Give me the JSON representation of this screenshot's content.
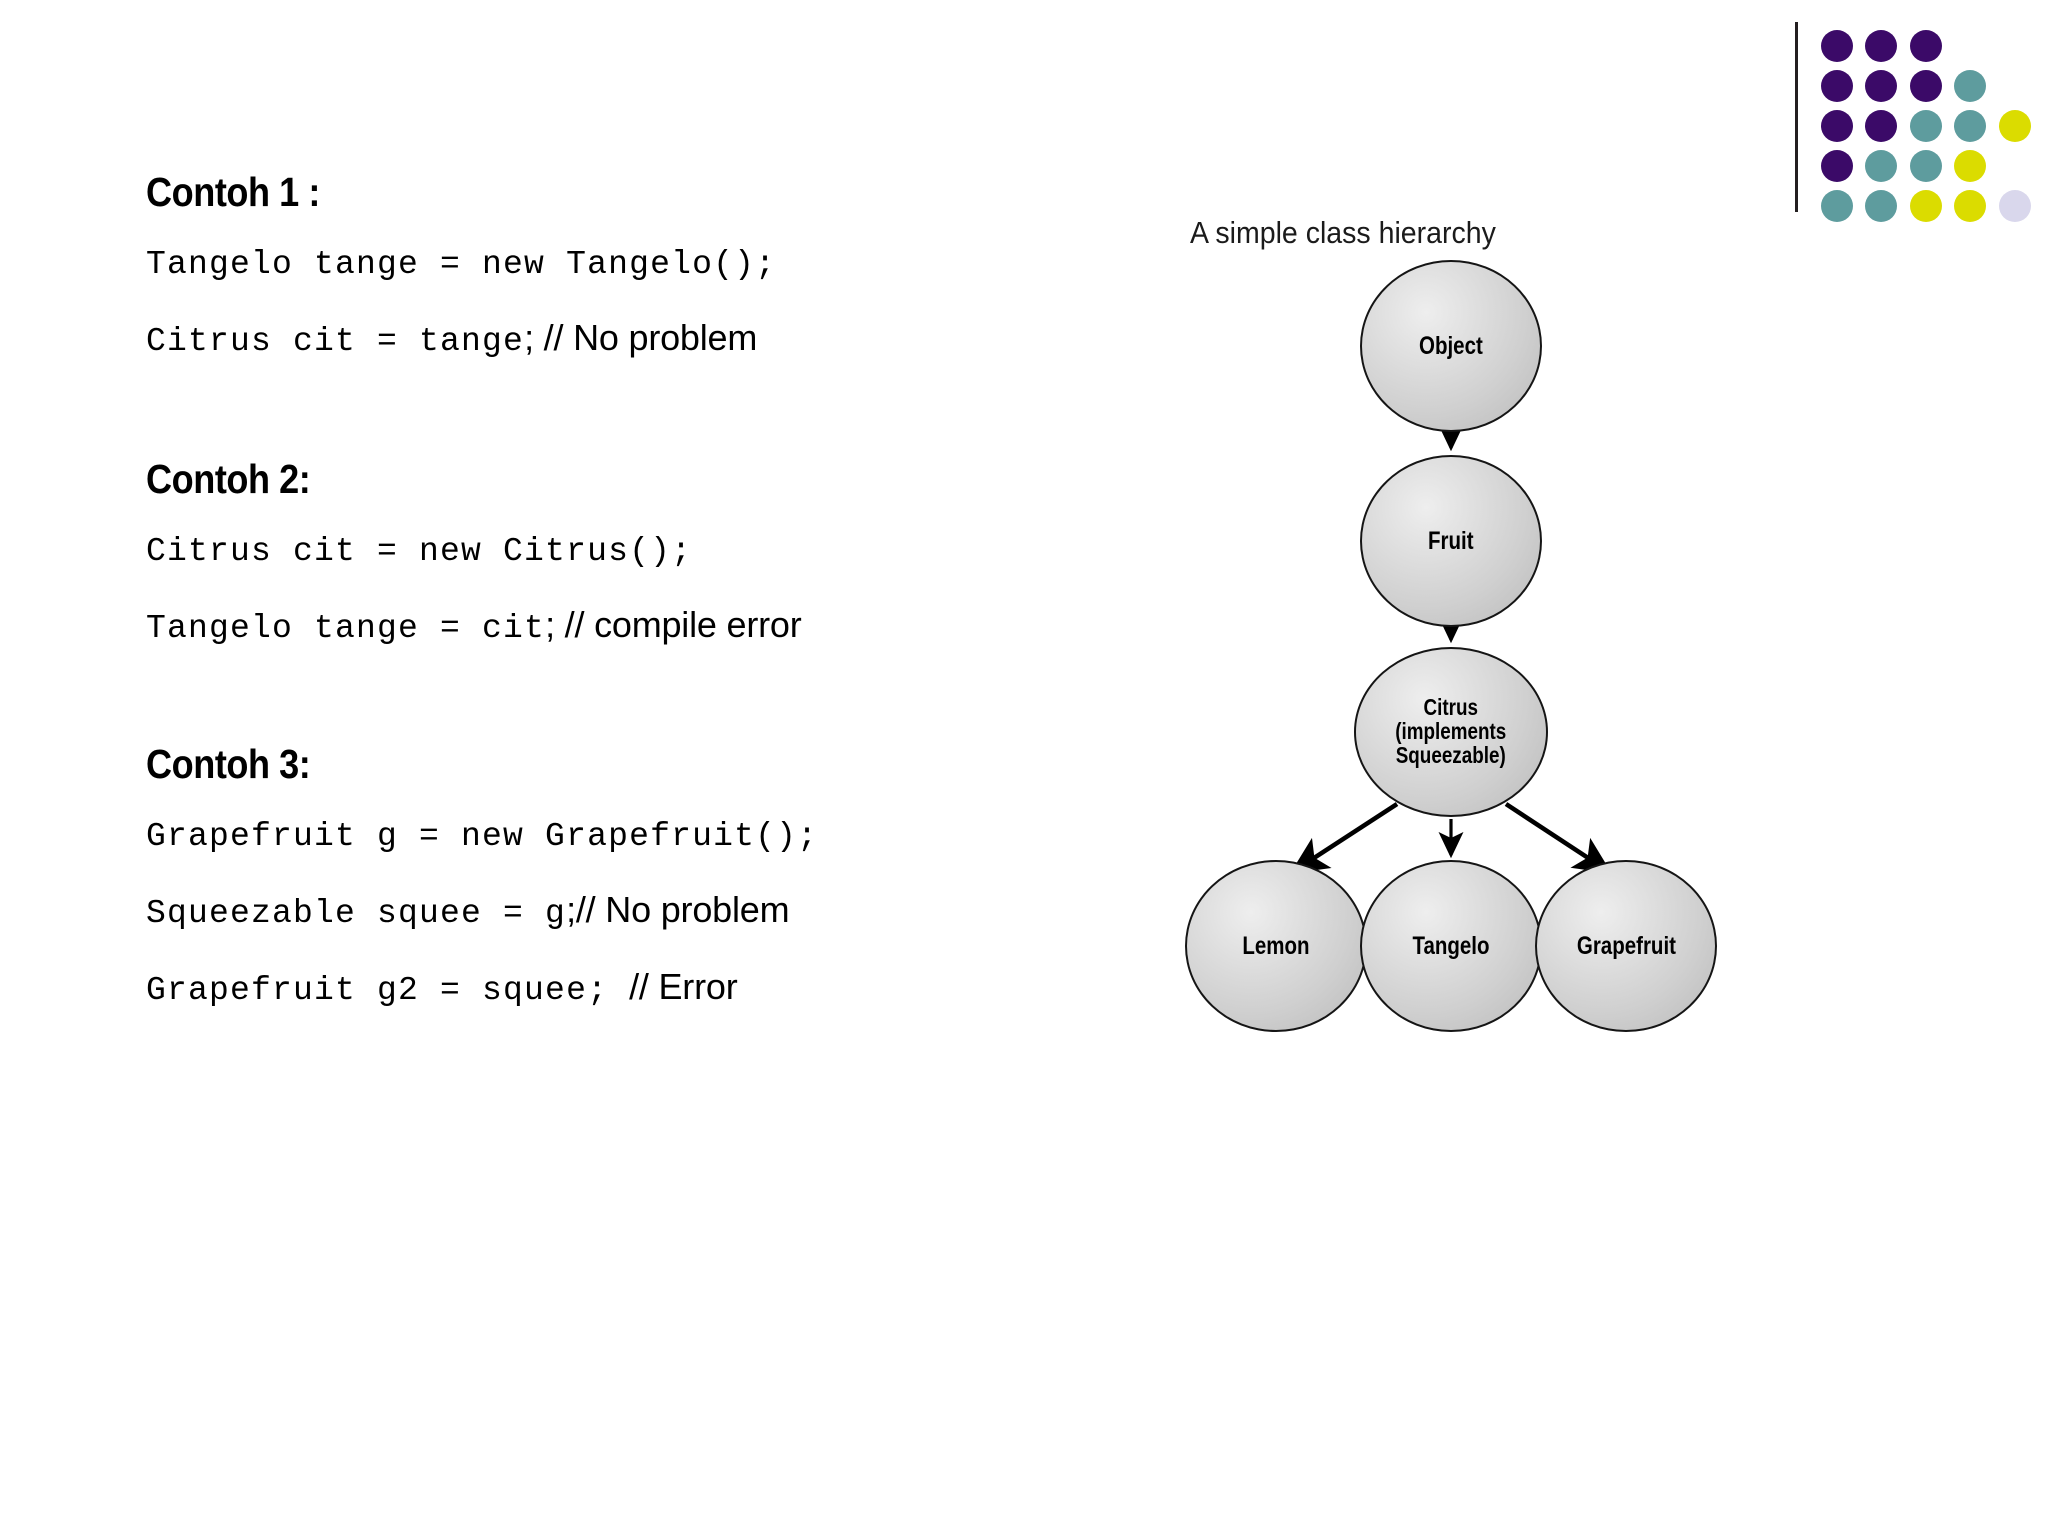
{
  "slide": {
    "background": "#ffffff",
    "text_color": "#000000"
  },
  "logo": {
    "name": "dot-grid-logo",
    "colors": {
      "purple": "#3B0A68",
      "teal": "#5E9C9E",
      "yellow": "#DBDC00",
      "lavender": "#D9D7EC",
      "rule": "#231f20"
    },
    "rows": [
      [
        "purple",
        "purple",
        "purple",
        "empty",
        "empty"
      ],
      [
        "purple",
        "purple",
        "purple",
        "teal",
        "empty"
      ],
      [
        "purple",
        "purple",
        "teal",
        "teal",
        "yellow"
      ],
      [
        "purple",
        "teal",
        "teal",
        "yellow",
        "empty"
      ],
      [
        "teal",
        "teal",
        "yellow",
        "yellow",
        "lavender"
      ]
    ]
  },
  "examples": [
    {
      "heading": "Contoh 1 :",
      "lines": [
        {
          "code": "Tangelo tange = new Tangelo();",
          "comment": ""
        },
        {
          "code": "Citrus cit = tange",
          "comment": "; // No problem"
        }
      ]
    },
    {
      "heading": "Contoh 2:",
      "lines": [
        {
          "code": "Citrus cit = new Citrus();",
          "comment": ""
        },
        {
          "code": "Tangelo tange = cit",
          "comment": "; // compile error"
        }
      ]
    },
    {
      "heading": "Contoh 3:",
      "lines": [
        {
          "code": "Grapefruit g = new Grapefruit();",
          "comment": ""
        },
        {
          "code": "Squeezable squee = g",
          "comment": ";// No problem"
        },
        {
          "code": "Grapefruit g2 = squee; ",
          "comment": "// Error"
        }
      ]
    }
  ],
  "diagram": {
    "title": "A simple class hierarchy",
    "nodes": {
      "object": "Object",
      "fruit": "Fruit",
      "citrus": "Citrus\n(implements\nSqueezable)",
      "lemon": "Lemon",
      "tangelo": "Tangelo",
      "grapefruit": "Grapefruit"
    },
    "edges": [
      {
        "from": "Object",
        "to": "Fruit"
      },
      {
        "from": "Fruit",
        "to": "Citrus"
      },
      {
        "from": "Citrus",
        "to": "Lemon"
      },
      {
        "from": "Citrus",
        "to": "Tangelo"
      },
      {
        "from": "Citrus",
        "to": "Grapefruit"
      }
    ],
    "node_fill": "#d4d4d4",
    "node_stroke": "#151515",
    "arrow_color": "#000000"
  }
}
